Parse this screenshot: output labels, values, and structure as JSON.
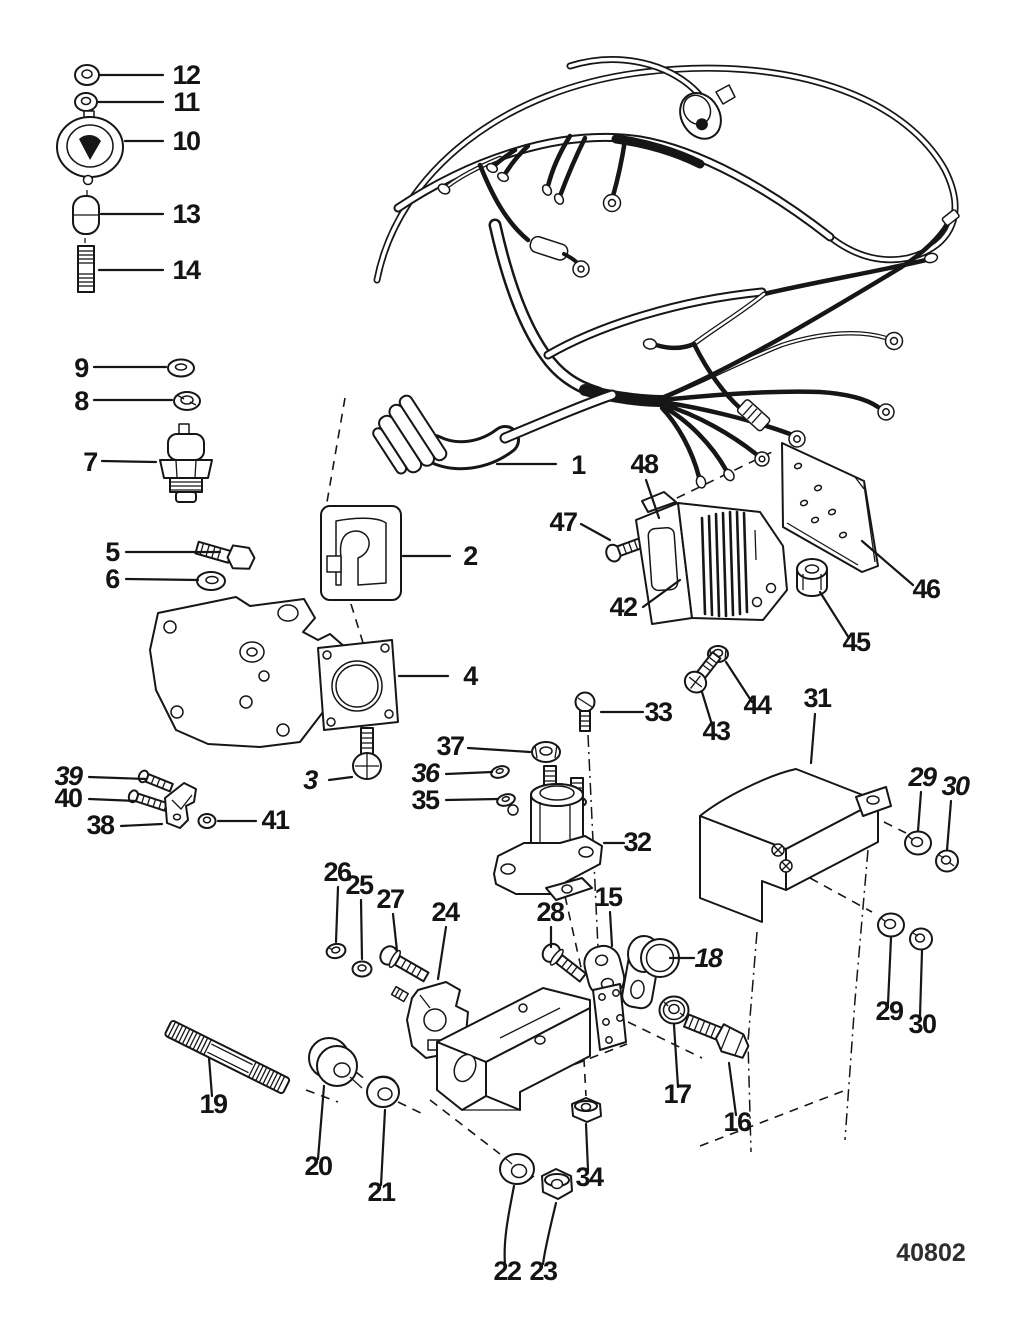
{
  "figure": {
    "drawing_number": "40802",
    "callouts": [
      {
        "label": "12"
      },
      {
        "label": "11"
      },
      {
        "label": "10"
      },
      {
        "label": "13"
      },
      {
        "label": "14"
      },
      {
        "label": "9"
      },
      {
        "label": "8"
      },
      {
        "label": "7"
      },
      {
        "label": "1"
      },
      {
        "label": "48"
      },
      {
        "label": "47"
      },
      {
        "label": "2"
      },
      {
        "label": "5"
      },
      {
        "label": "6"
      },
      {
        "label": "42"
      },
      {
        "label": "46"
      },
      {
        "label": "45"
      },
      {
        "label": "44"
      },
      {
        "label": "43"
      },
      {
        "label": "33"
      },
      {
        "label": "31"
      },
      {
        "label": "37"
      },
      {
        "label": "36"
      },
      {
        "label": "35"
      },
      {
        "label": "3"
      },
      {
        "label": "39"
      },
      {
        "label": "40"
      },
      {
        "label": "38"
      },
      {
        "label": "41"
      },
      {
        "label": "32"
      },
      {
        "label": "29"
      },
      {
        "label": "30"
      },
      {
        "label": "26"
      },
      {
        "label": "25"
      },
      {
        "label": "27"
      },
      {
        "label": "24"
      },
      {
        "label": "28"
      },
      {
        "label": "15"
      },
      {
        "label": "18"
      },
      {
        "label": "29"
      },
      {
        "label": "30"
      },
      {
        "label": "19"
      },
      {
        "label": "20"
      },
      {
        "label": "21"
      },
      {
        "label": "17"
      },
      {
        "label": "16"
      },
      {
        "label": "34"
      },
      {
        "label": "22"
      },
      {
        "label": "23"
      },
      {
        "label": "4"
      }
    ]
  }
}
